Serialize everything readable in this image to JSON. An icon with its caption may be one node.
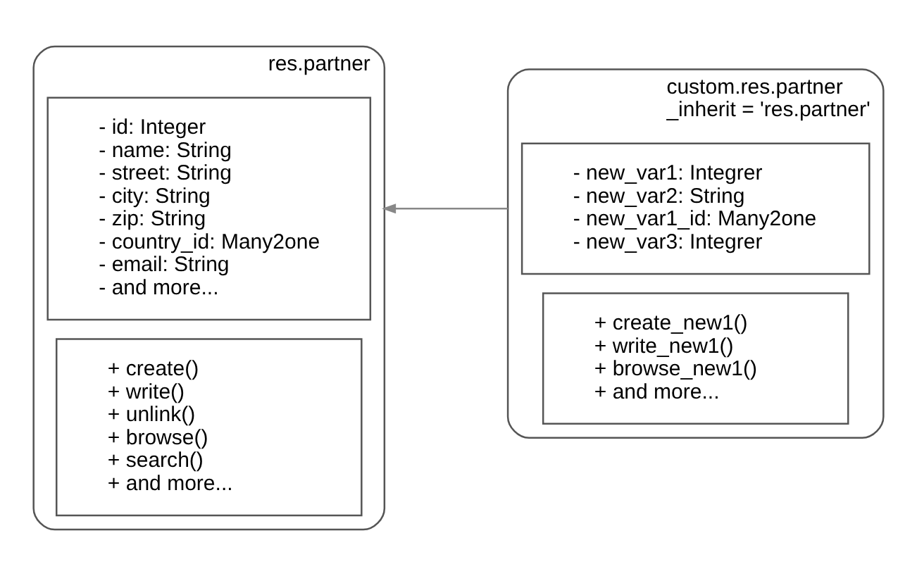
{
  "diagram": {
    "nodes": [
      {
        "text": [
          "res.partner"
        ]
      },
      {
        "text": [
          "- id: Integer",
          "- name: String",
          "- street: String",
          "- city: String",
          "- zip: String",
          "- country_id: Many2one",
          "- email: String",
          "- and more..."
        ],
        "in": 0
      },
      {
        "text": [
          "+ create()",
          "+ write()",
          "+ unlink()",
          "+ browse()",
          "+ search()",
          "+ and more..."
        ],
        "in": 0
      },
      {
        "text": [
          "custom.res.partner",
          "_inherit = 'res.partner'"
        ]
      },
      {
        "text": [
          "- new_var1: Integrer",
          "- new_var2: String",
          "- new_var1_id: Many2one",
          "- new_var3: Integrer"
        ],
        "in": 3
      },
      {
        "text": [
          "+ create_new1()",
          "+ write_new1()",
          "+ browse_new1()",
          "+ and more..."
        ],
        "in": 3
      }
    ],
    "edges": [
      {
        "from": 3,
        "to": 0,
        "arrow": "to"
      }
    ]
  }
}
